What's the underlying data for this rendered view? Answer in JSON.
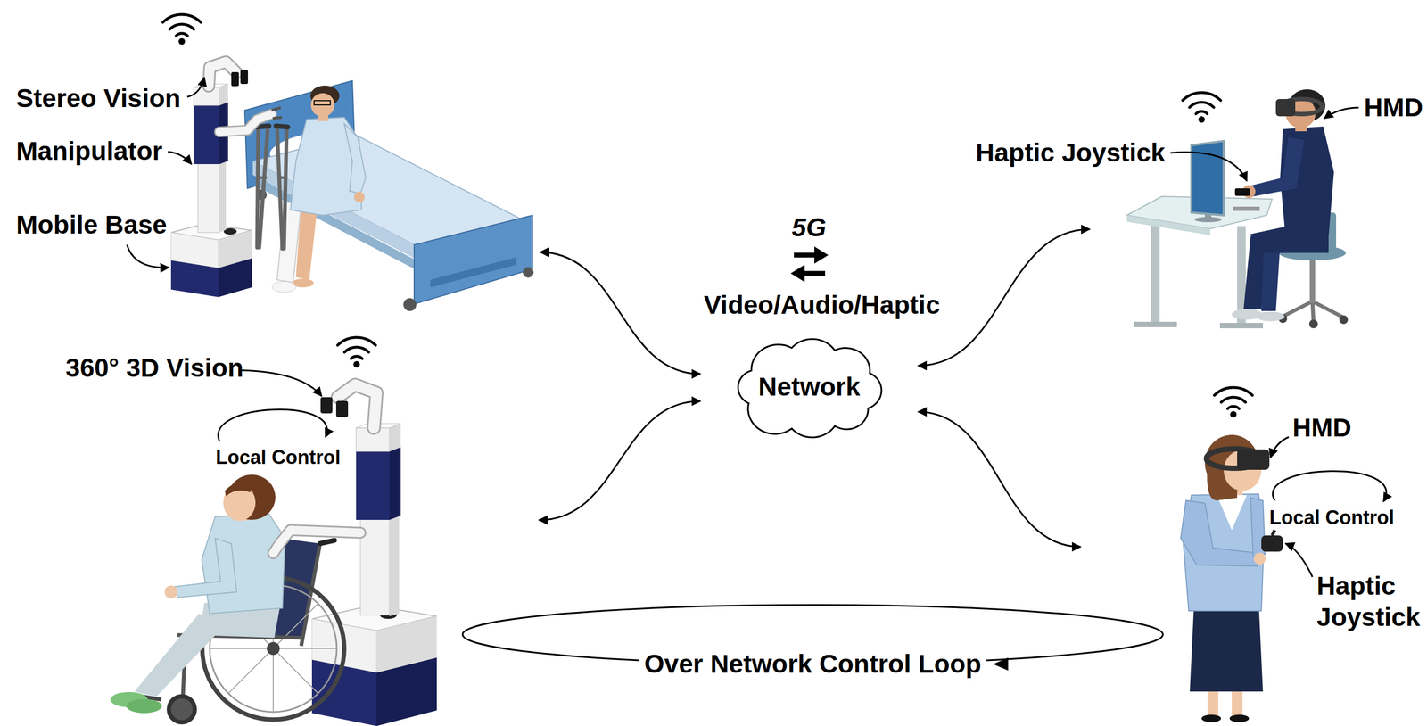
{
  "diagram": {
    "nodes": [
      {
        "text": [
          "Stereo Vision",
          "Manipulator",
          "Mobile Base"
        ]
      },
      {
        "text": [
          "Haptic Joystick",
          "HMD"
        ]
      },
      {
        "text": [
          "Network"
        ]
      },
      {
        "text": [
          "360° 3D Vision",
          "Local Control"
        ]
      },
      {
        "text": [
          "HMD",
          "Local Control",
          "Haptic Joystick"
        ]
      }
    ],
    "edges": [
      {
        "from": 0,
        "to": 2,
        "arrow": "both"
      },
      {
        "from": 1,
        "to": 2,
        "arrow": "both"
      },
      {
        "from": 3,
        "to": 2,
        "arrow": "both"
      },
      {
        "from": 4,
        "to": 2,
        "arrow": "both"
      },
      {
        "from": 4,
        "to": 3,
        "label": "Over Network Control Loop",
        "arrow": "to"
      }
    ],
    "labels": [
      "5G",
      "Video/Audio/Haptic"
    ]
  }
}
